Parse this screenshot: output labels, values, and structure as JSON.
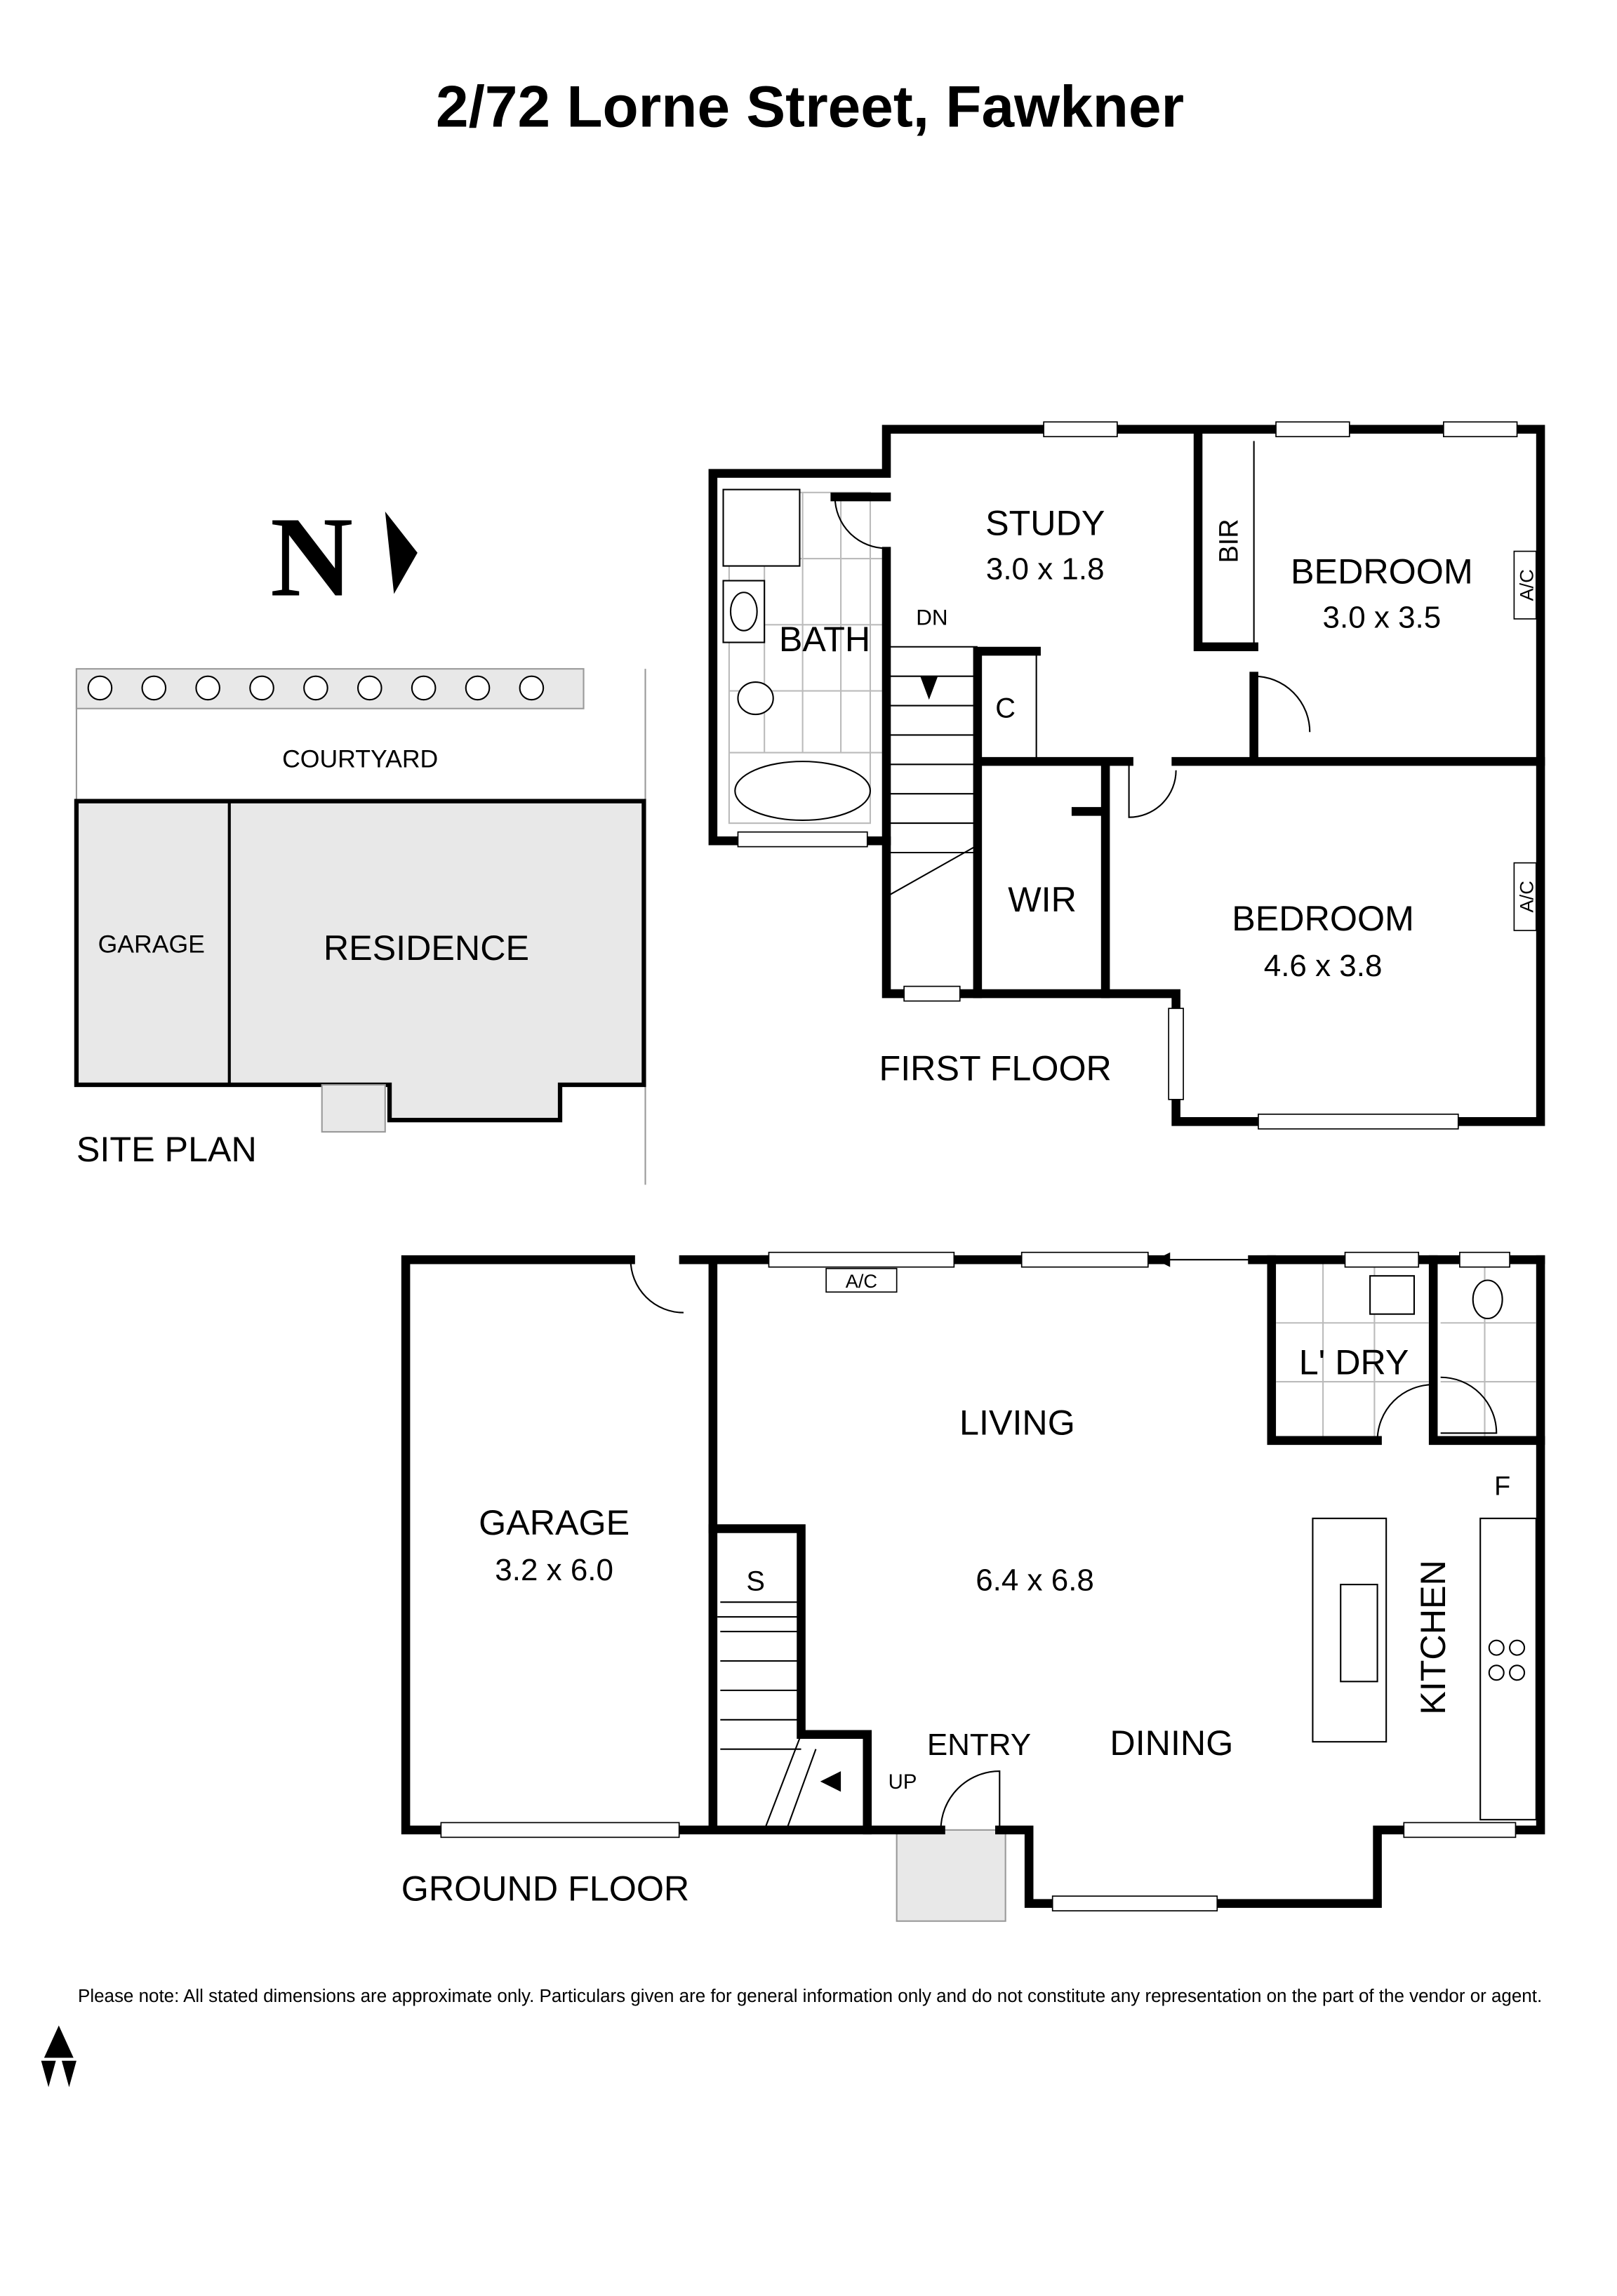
{
  "title": "2/72 Lorne Street, Fawkner",
  "compass": {
    "label": "N",
    "icon": "north-arrow-icon"
  },
  "site_plan": {
    "label": "SITE PLAN",
    "courtyard": "COURTYARD",
    "garage": "GARAGE",
    "residence": "RESIDENCE"
  },
  "first_floor": {
    "label": "FIRST FLOOR",
    "rooms": {
      "study": {
        "name": "STUDY",
        "size": "3.0 x 1.8"
      },
      "bedroom1": {
        "name": "BEDROOM",
        "size": "3.0 x 3.5"
      },
      "bedroom2": {
        "name": "BEDROOM",
        "size": "4.6 x 3.8"
      },
      "bath": {
        "name": "BATH"
      },
      "bir": {
        "name": "BIR"
      },
      "c": {
        "name": "C"
      },
      "wir": {
        "name": "WIR"
      },
      "ac1": "A/C",
      "ac2": "A/C",
      "dn": "DN"
    }
  },
  "ground_floor": {
    "label": "GROUND FLOOR",
    "rooms": {
      "garage": {
        "name": "GARAGE",
        "size": "3.2 x 6.0"
      },
      "living": {
        "name": "LIVING",
        "size": "6.4 x 6.8"
      },
      "dining": {
        "name": "DINING"
      },
      "kitchen": {
        "name": "KITCHEN"
      },
      "laundry": {
        "name": "L' DRY"
      },
      "entry": {
        "name": "ENTRY"
      },
      "s": {
        "name": "S"
      },
      "f": {
        "name": "F"
      },
      "ac": "A/C",
      "up": "UP"
    }
  },
  "disclaimer": "Please note: All stated dimensions are approximate only. Particulars given are for general information only and do not constitute any representation on the part of the vendor or agent.",
  "logo": {
    "icon": "recycle-logo-icon"
  },
  "colors": {
    "wall": "#000000",
    "shaded": "#e8e8e8"
  }
}
